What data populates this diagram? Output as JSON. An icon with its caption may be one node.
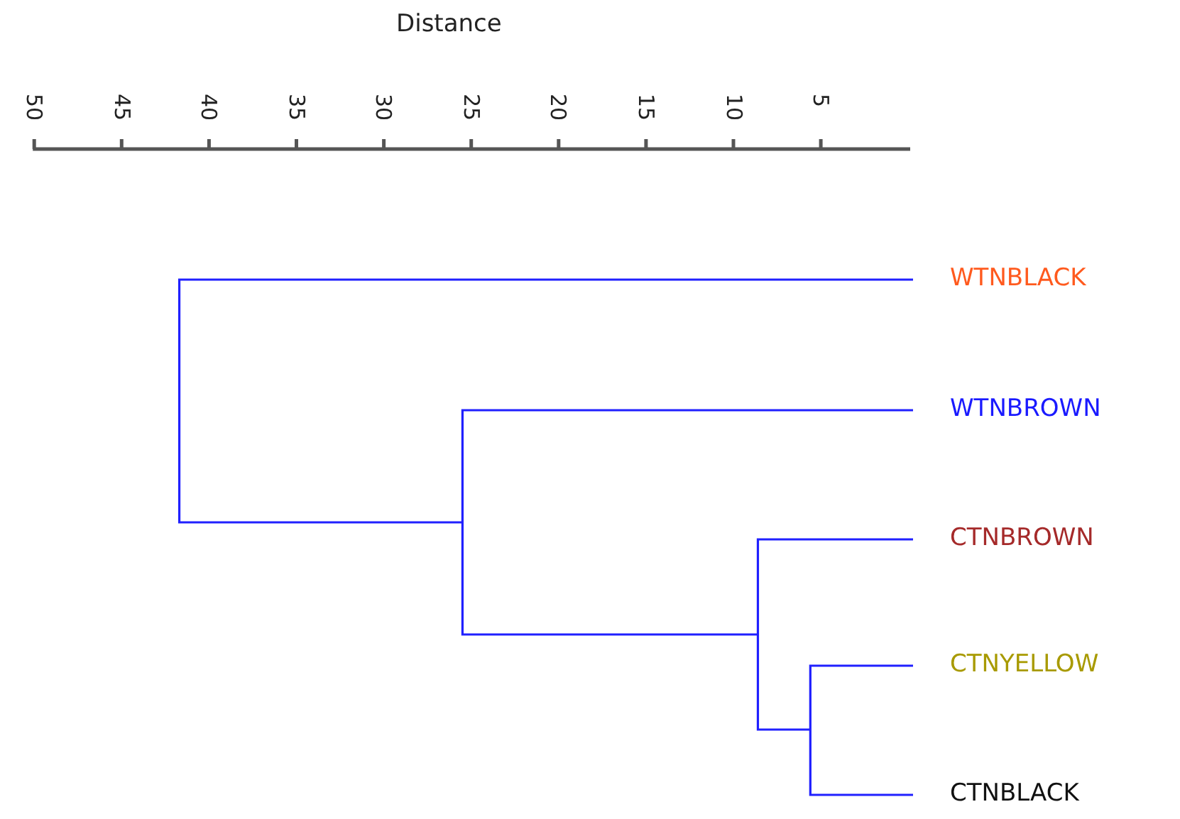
{
  "diagram": {
    "title": "Distance",
    "nodes": [
      {
        "text": [
          "WTNBLACK"
        ]
      },
      {
        "text": [
          "WTNBROWN"
        ]
      },
      {
        "text": [
          "CTNBROWN"
        ]
      },
      {
        "text": [
          "CTNYELLOW"
        ]
      },
      {
        "text": [
          "CTNBLACK"
        ]
      }
    ],
    "labels": [
      "50",
      "45",
      "40",
      "35",
      "30",
      "25",
      "20",
      "15",
      "10",
      "5"
    ]
  }
}
